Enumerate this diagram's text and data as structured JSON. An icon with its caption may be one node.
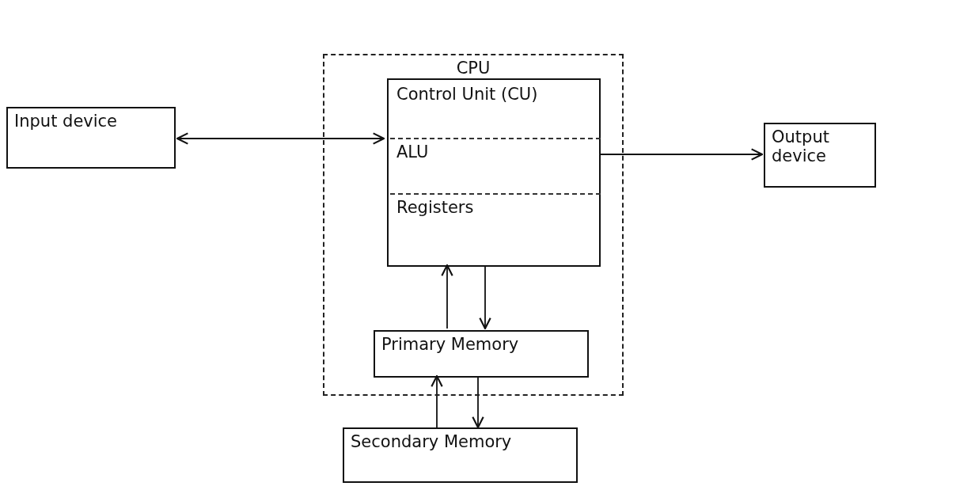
{
  "diagram": {
    "nodes": [
      {
        "text": [
          "Input device"
        ]
      },
      {
        "text": [
          "CPU"
        ]
      },
      {
        "text": [],
        "shape": "box",
        "in": 1
      },
      {
        "text": [
          "Control Unit (CU)"
        ],
        "in": 2
      },
      {
        "text": [
          "ALU"
        ],
        "in": 2
      },
      {
        "text": [
          "Registers"
        ],
        "in": 2
      },
      {
        "text": [
          "Output device"
        ]
      },
      {
        "text": [
          "Primary Memory"
        ],
        "in": 1
      },
      {
        "text": [
          "Secondary Memory"
        ]
      }
    ],
    "edges": [
      {
        "from": 0,
        "to": 2,
        "arrow": "both"
      },
      {
        "from": 2,
        "to": 6,
        "arrow": "to"
      },
      {
        "from": 7,
        "to": 2,
        "arrow": "to"
      },
      {
        "from": 2,
        "to": 7,
        "arrow": "to"
      },
      {
        "from": 8,
        "to": 7,
        "arrow": "to"
      },
      {
        "from": 7,
        "to": 8,
        "arrow": "to"
      }
    ]
  }
}
